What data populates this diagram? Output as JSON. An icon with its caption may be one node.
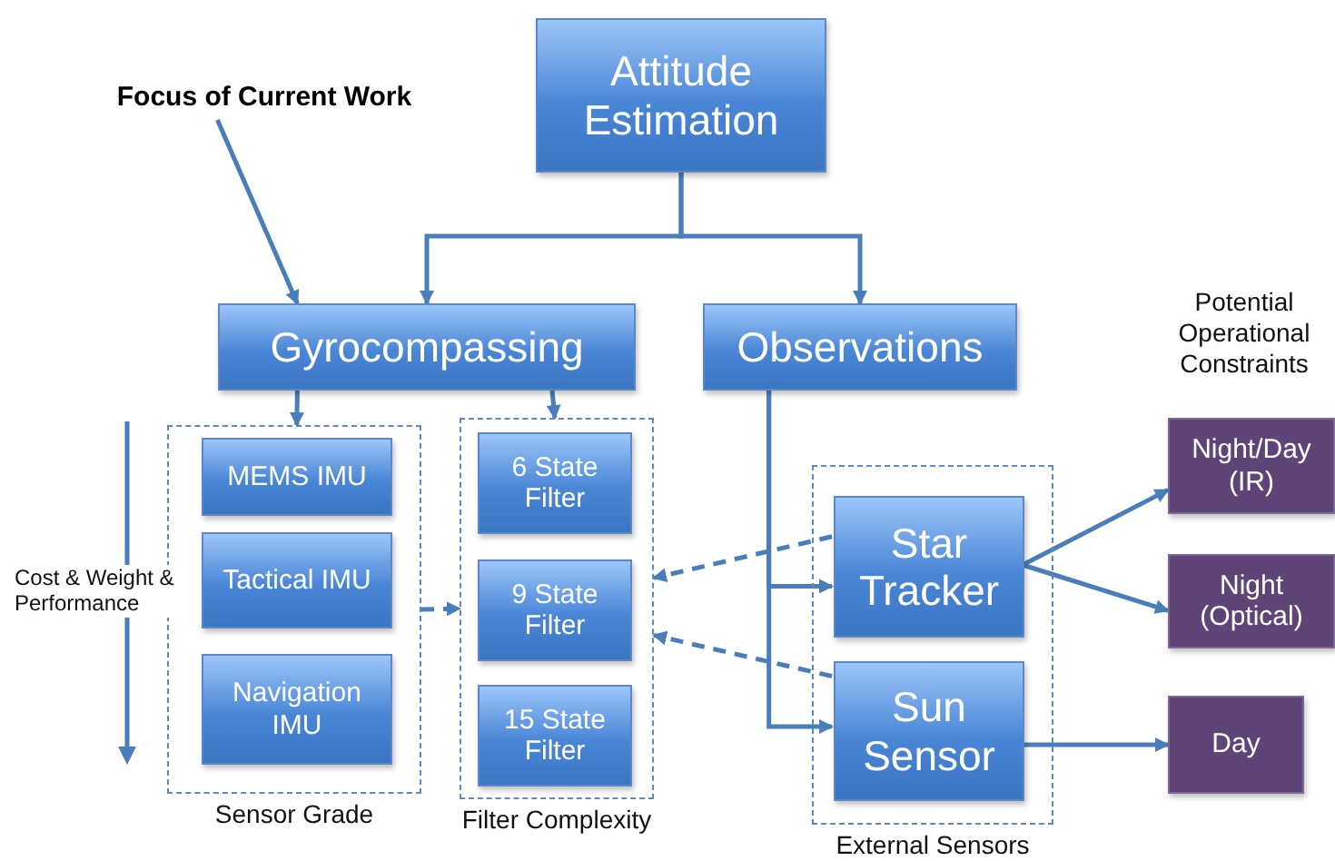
{
  "diagram": {
    "nodes": [
      {
        "text": [
          "Attitude Estimation"
        ]
      },
      {
        "text": [
          "Focus of Current Work"
        ]
      },
      {
        "text": [
          "Gyrocompassing"
        ]
      },
      {
        "text": [
          "Observations"
        ]
      },
      {
        "text": [
          "Sensor Grade"
        ]
      },
      {
        "text": [
          "MEMS IMU"
        ],
        "in": 4
      },
      {
        "text": [
          "Tactical IMU"
        ],
        "in": 4
      },
      {
        "text": [
          "Navigation IMU"
        ],
        "in": 4
      },
      {
        "text": [
          "Filter Complexity"
        ]
      },
      {
        "text": [
          "6 State Filter"
        ],
        "in": 8
      },
      {
        "text": [
          "9 State Filter"
        ],
        "in": 8
      },
      {
        "text": [
          "15 State Filter"
        ],
        "in": 8
      },
      {
        "text": [
          "External Sensors"
        ]
      },
      {
        "text": [
          "Star Tracker"
        ],
        "in": 12
      },
      {
        "text": [
          "Sun Sensor"
        ],
        "in": 12
      },
      {
        "text": [
          "Night/Day (IR)"
        ]
      },
      {
        "text": [
          "Night (Optical)"
        ]
      },
      {
        "text": [
          "Day"
        ]
      }
    ],
    "edges": [
      {
        "from": 0,
        "to": 2,
        "arrow": "to"
      },
      {
        "from": 0,
        "to": 3,
        "arrow": "to"
      },
      {
        "from": 1,
        "to": 2,
        "arrow": "to"
      },
      {
        "from": 2,
        "to": 4,
        "arrow": "to"
      },
      {
        "from": 2,
        "to": 8,
        "arrow": "to"
      },
      {
        "from": 4,
        "to": 8,
        "arrow": "to",
        "style": "dashed"
      },
      {
        "from": 13,
        "to": 8,
        "arrow": "to",
        "style": "dashed"
      },
      {
        "from": 14,
        "to": 8,
        "arrow": "to",
        "style": "dashed"
      },
      {
        "from": 3,
        "to": 13,
        "arrow": "to"
      },
      {
        "from": 3,
        "to": 14,
        "arrow": "to"
      },
      {
        "from": 13,
        "to": 15,
        "arrow": "to"
      },
      {
        "from": 13,
        "to": 16,
        "arrow": "to"
      },
      {
        "from": 14,
        "to": 17,
        "arrow": "to"
      }
    ],
    "labels": [
      "Potential Operational Constraints",
      "Cost & Weight & Performance"
    ]
  }
}
